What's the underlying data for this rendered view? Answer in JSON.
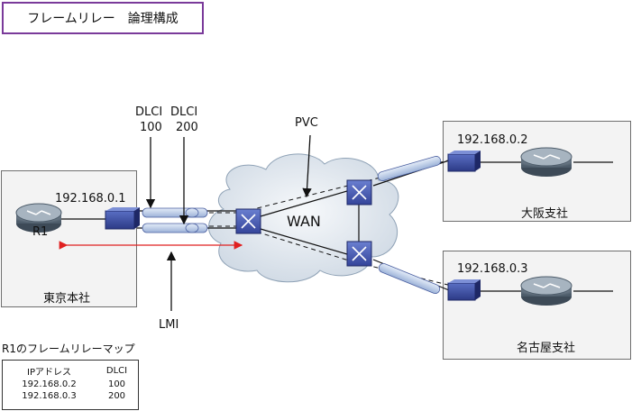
{
  "title": "フレームリレー　論理構成",
  "sites": {
    "tokyo": {
      "name": "東京本社",
      "router": "R1",
      "ip": "192.168.0.1"
    },
    "osaka": {
      "name": "大阪支社",
      "ip": "192.168.0.2"
    },
    "nagoya": {
      "name": "名古屋支社",
      "ip": "192.168.0.3"
    }
  },
  "labels": {
    "dlci_a_line1": "DLCI",
    "dlci_a_line2": "100",
    "dlci_b_line1": "DLCI",
    "dlci_b_line2": "200",
    "pvc": "PVC",
    "wan": "WAN",
    "lmi": "LMI"
  },
  "map": {
    "caption": "R1のフレームリレーマップ",
    "headers": [
      "IPアドレス",
      "DLCI"
    ],
    "rows": [
      [
        "192.168.0.2",
        "100"
      ],
      [
        "192.168.0.3",
        "200"
      ]
    ]
  },
  "colors": {
    "title_border": "#7a3a9a",
    "lmi_arrow": "#e02020",
    "device_blue": "#3a4ea0",
    "cloud_fill": "#dfe6ee"
  }
}
